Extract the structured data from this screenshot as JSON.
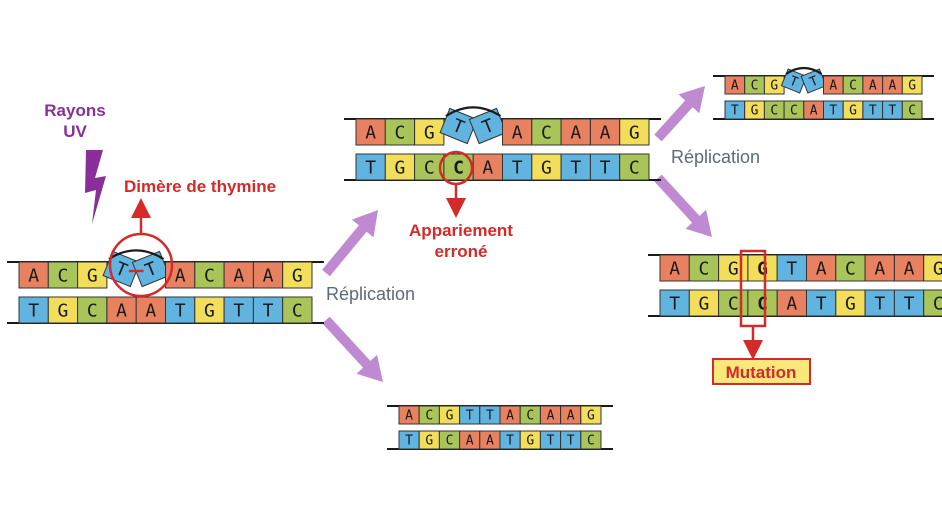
{
  "labels": {
    "uv": [
      "Rayons",
      "UV"
    ],
    "dimer": "Dimère de thymine",
    "mismatch": [
      "Appariement",
      "erroné"
    ],
    "replication": "Réplication",
    "mutation": "Mutation"
  },
  "colors": {
    "A": "#e8815f",
    "C": "#a9c55a",
    "G": "#f2de5b",
    "T": "#62b4e0",
    "arrow": "#c08ad2",
    "uv": "#8a2f9a",
    "highlight": "#d42a2a",
    "mutation_bg": "#fbe87a",
    "backbone": "#1a1a1a"
  },
  "strands": {
    "original": {
      "top": [
        "A",
        "C",
        "G",
        "T",
        "T",
        "A",
        "C",
        "A",
        "A",
        "G"
      ],
      "bottom": [
        "T",
        "G",
        "C",
        "A",
        "A",
        "T",
        "G",
        "T",
        "T",
        "C"
      ]
    },
    "damaged_copy": {
      "top": [
        "A",
        "C",
        "G",
        "T",
        "T",
        "A",
        "C",
        "A",
        "A",
        "G"
      ],
      "bottom": [
        "T",
        "G",
        "C",
        "C",
        "A",
        "T",
        "G",
        "T",
        "T",
        "C"
      ]
    },
    "normal_copy": {
      "top": [
        "A",
        "C",
        "G",
        "T",
        "T",
        "A",
        "C",
        "A",
        "A",
        "G"
      ],
      "bottom": [
        "T",
        "G",
        "C",
        "A",
        "A",
        "T",
        "G",
        "T",
        "T",
        "C"
      ]
    },
    "second_damaged": {
      "top": [
        "A",
        "C",
        "G",
        "T",
        "T",
        "A",
        "C",
        "A",
        "A",
        "G"
      ],
      "bottom": [
        "T",
        "G",
        "C",
        "C",
        "A",
        "T",
        "G",
        "T",
        "T",
        "C"
      ]
    },
    "mutant": {
      "top": [
        "A",
        "C",
        "G",
        "G",
        "T",
        "A",
        "C",
        "A",
        "A",
        "G"
      ],
      "bottom": [
        "T",
        "G",
        "C",
        "C",
        "A",
        "T",
        "G",
        "T",
        "T",
        "C"
      ]
    }
  }
}
